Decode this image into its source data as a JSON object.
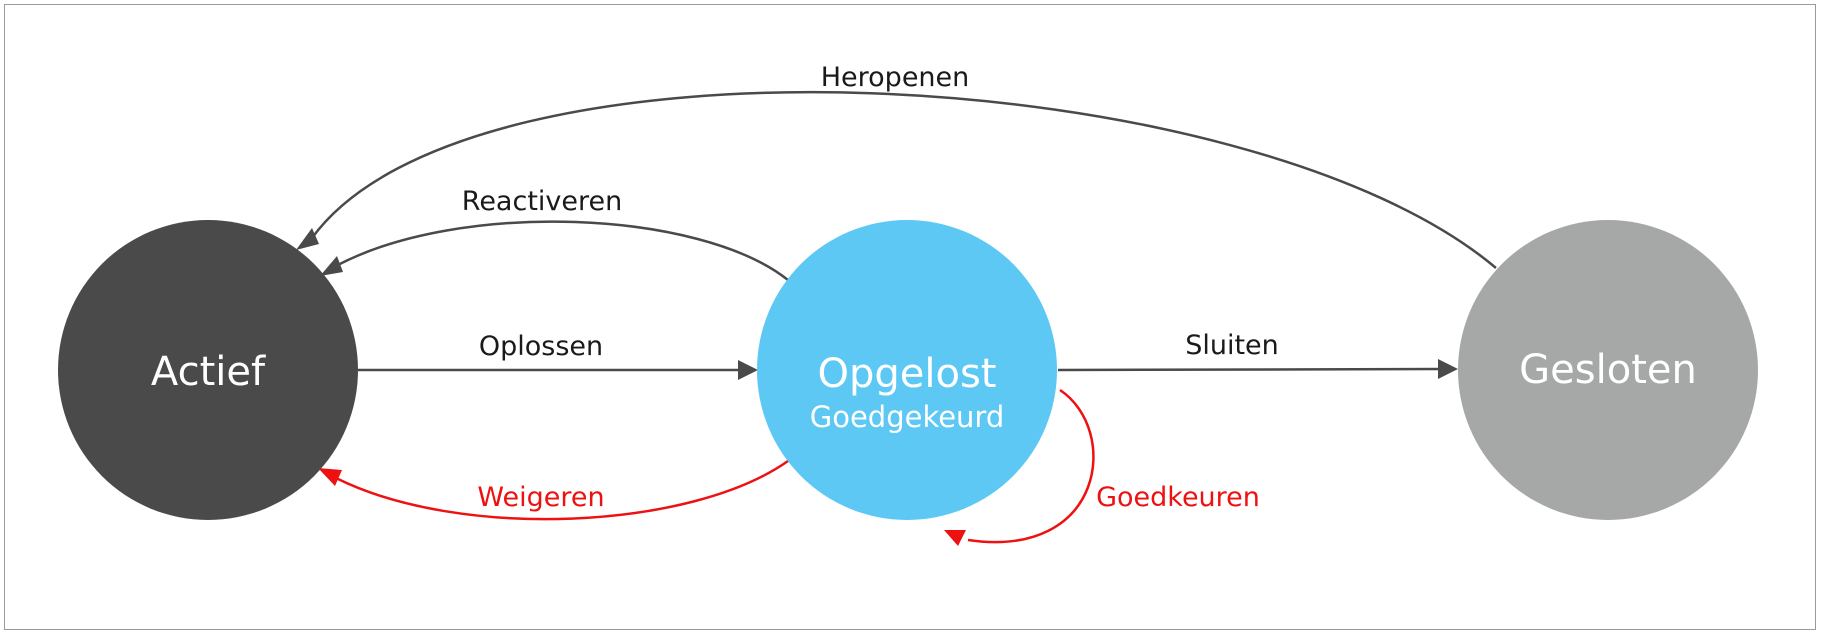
{
  "colors": {
    "actief": "#4b4a4a",
    "opgelost": "#5ec8f5",
    "gesloten": "#a6a8a7",
    "edge": "#4a4a4a",
    "edge_reject": "#ee1111"
  },
  "nodes": {
    "actief": {
      "label": "Actief"
    },
    "opgelost": {
      "label": "Opgelost",
      "sublabel": "Goedgekeurd"
    },
    "gesloten": {
      "label": "Gesloten"
    }
  },
  "edges": {
    "heropenen": "Heropenen",
    "reactiveren": "Reactiveren",
    "oplossen": "Oplossen",
    "sluiten": "Sluiten",
    "weigeren": "Weigeren",
    "goedkeuren": "Goedkeuren"
  }
}
